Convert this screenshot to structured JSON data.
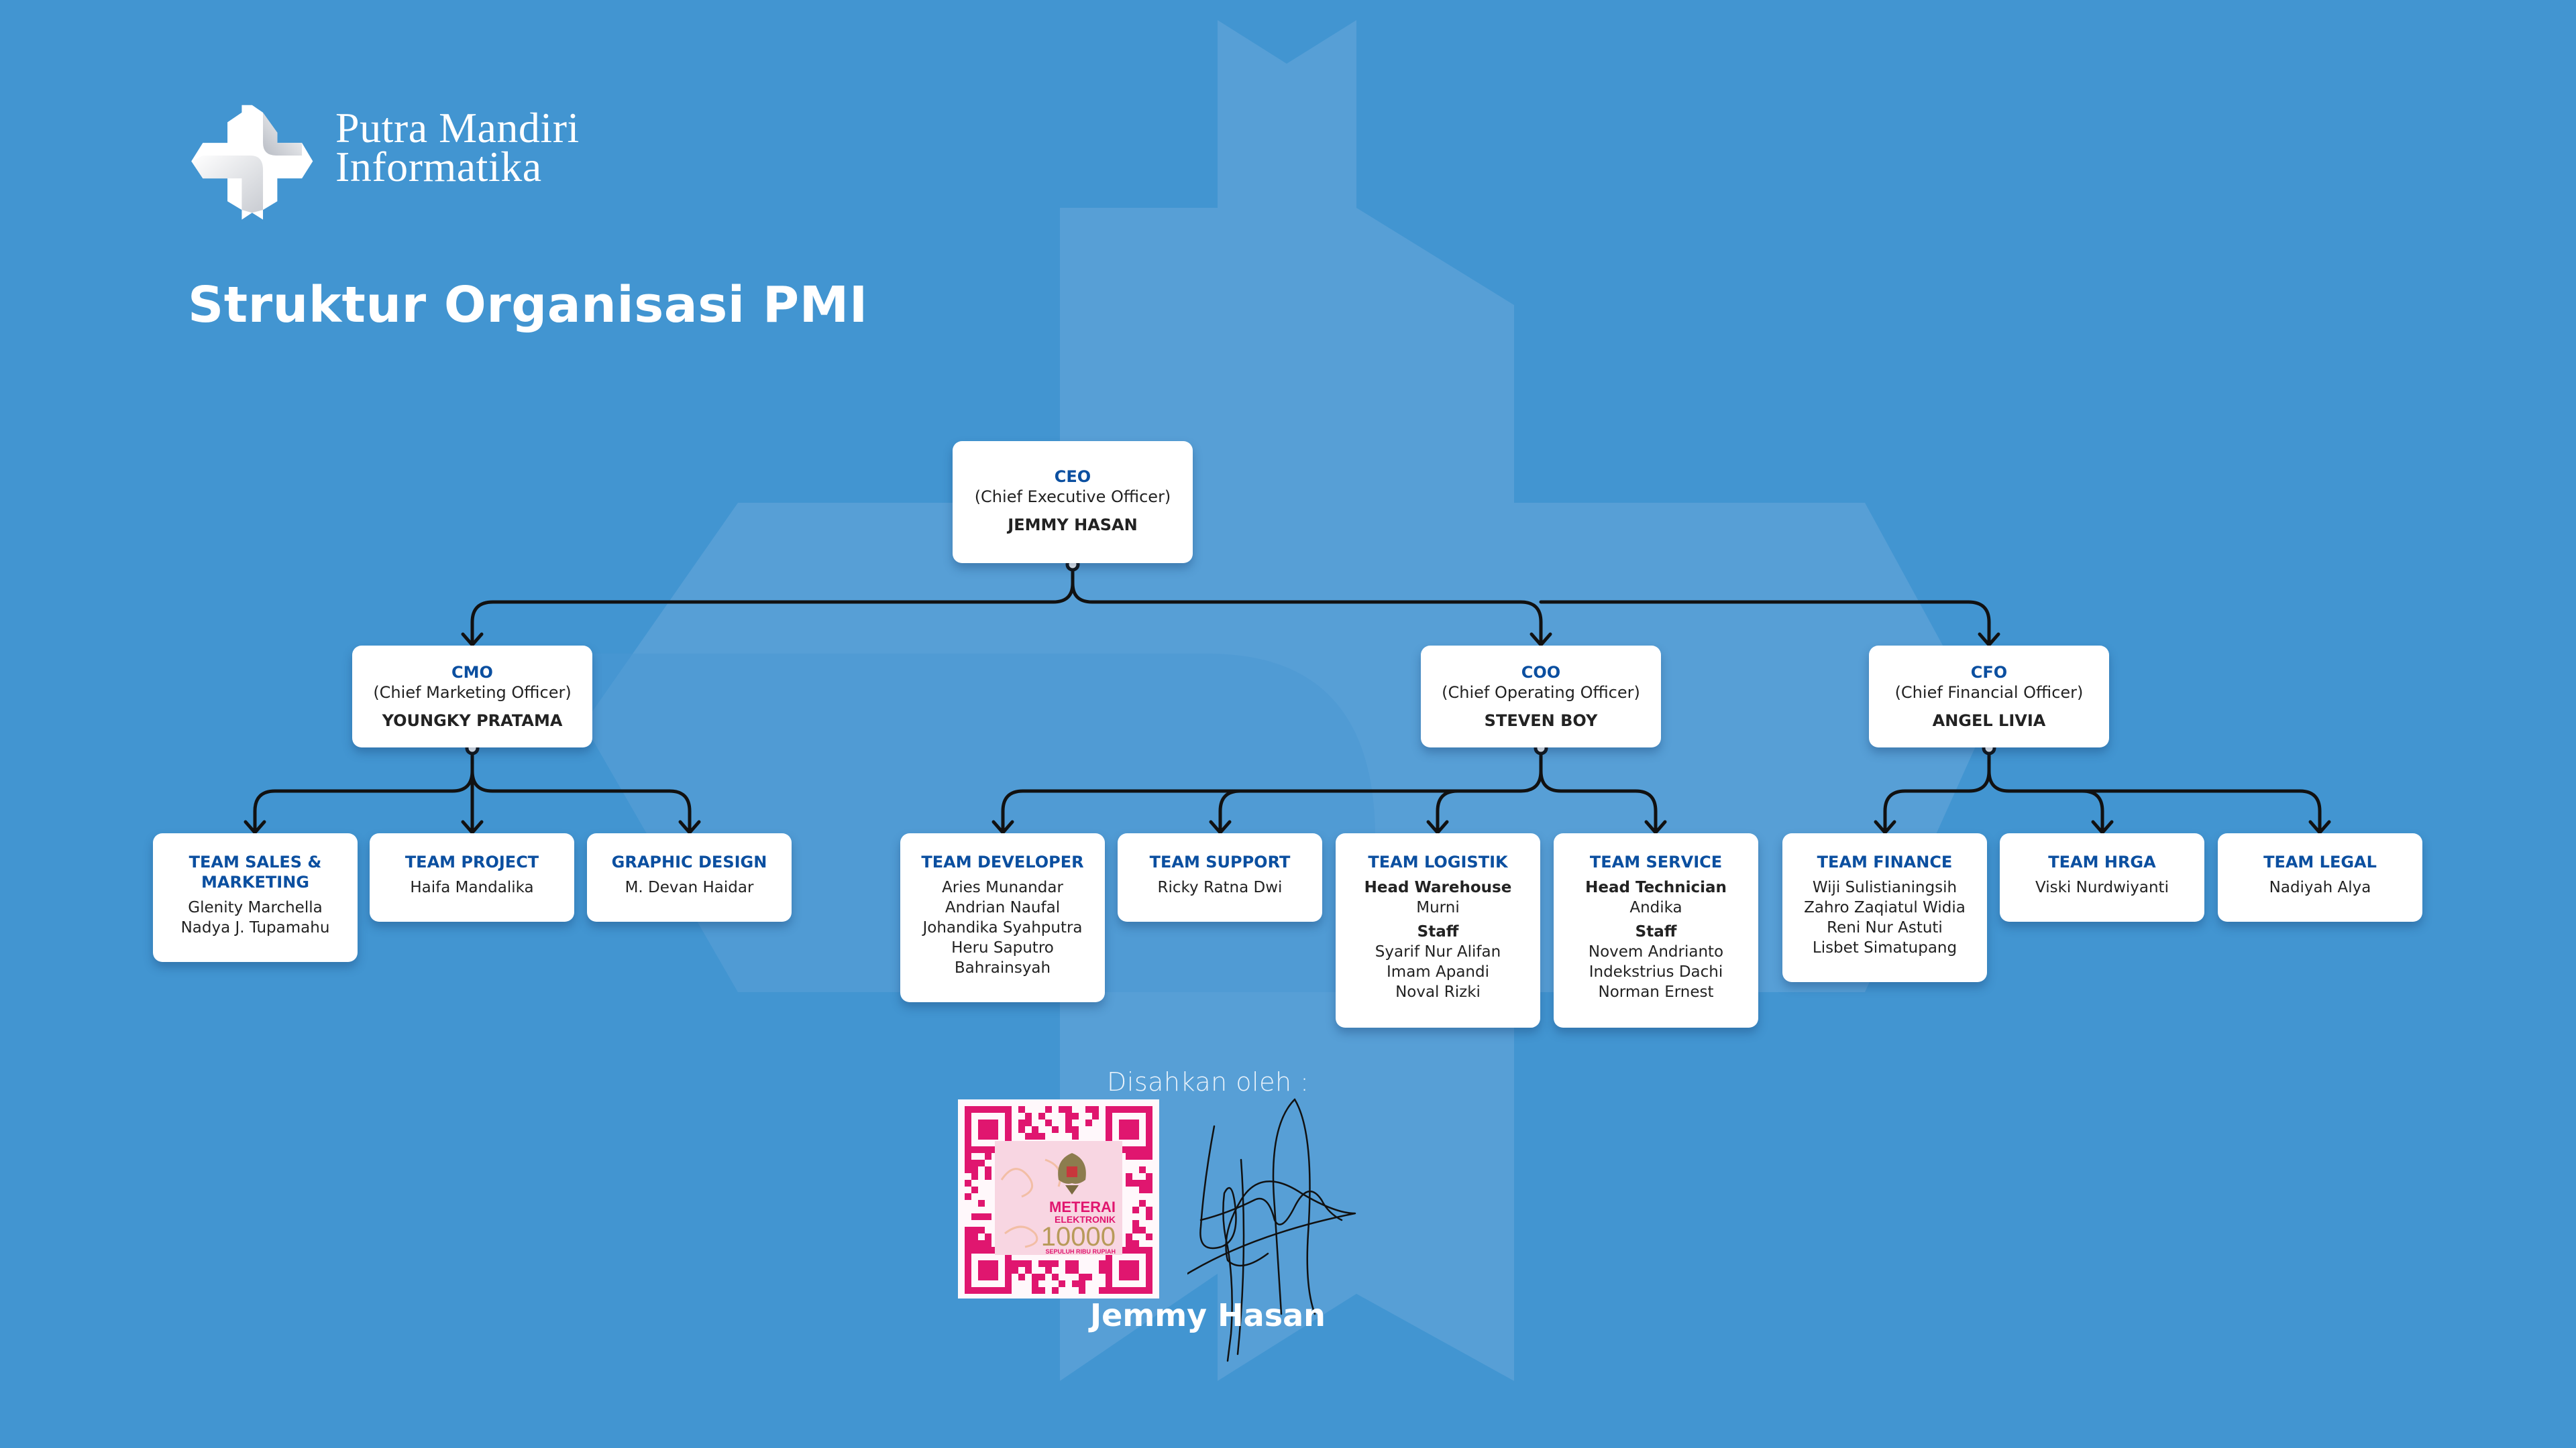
{
  "brand": {
    "name_line1": "Putra Mandiri",
    "name_line2": "Informatika",
    "logo_icon": "four-point-cross-logo"
  },
  "page": {
    "title": "Struktur Organisasi PMI"
  },
  "colors": {
    "background": "#4295d1",
    "background_shape": "#5ba1d7",
    "role_text": "#0b4fa0",
    "card": "#ffffff",
    "connector": "#111111",
    "stamp_magenta": "#e0166f",
    "stamp_gold": "#b89a5a"
  },
  "org": {
    "ceo": {
      "role": "CEO",
      "title": "(Chief Executive Officer)",
      "name": "JEMMY HASAN"
    },
    "cmo": {
      "role": "CMO",
      "title": "(Chief Marketing Officer)",
      "name": "YOUNGKY PRATAMA",
      "teams": [
        {
          "role": "TEAM SALES & MARKETING",
          "members": [
            "Glenity Marchella",
            "Nadya J. Tupamahu"
          ]
        },
        {
          "role": "TEAM PROJECT",
          "members": [
            "Haifa Mandalika"
          ]
        },
        {
          "role": "GRAPHIC DESIGN",
          "members": [
            "M. Devan Haidar"
          ]
        }
      ]
    },
    "coo": {
      "role": "COO",
      "title": "(Chief Operating Officer)",
      "name": "STEVEN BOY",
      "teams": [
        {
          "role": "TEAM DEVELOPER",
          "members": [
            "Aries Munandar",
            "Andrian Naufal",
            "Johandika Syahputra",
            "Heru Saputro",
            "Bahrainsyah"
          ]
        },
        {
          "role": "TEAM SUPPORT",
          "members": [
            "Ricky Ratna Dwi"
          ]
        },
        {
          "role": "TEAM LOGISTIK",
          "head_label": "Head Warehouse",
          "head": "Murni",
          "staff_label": "Staff",
          "staff": [
            "Syarif Nur Alifan",
            "Imam Apandi",
            "Noval Rizki"
          ]
        },
        {
          "role": "TEAM SERVICE",
          "head_label": "Head Technician",
          "head": "Andika",
          "staff_label": "Staff",
          "staff": [
            "Novem Andrianto",
            "Indekstrius Dachi",
            "Norman Ernest"
          ]
        }
      ]
    },
    "cfo": {
      "role": "CFO",
      "title": "(Chief Financial Officer)",
      "name": "ANGEL LIVIA",
      "teams": [
        {
          "role": "TEAM FINANCE",
          "members": [
            "Wiji Sulistianingsih",
            "Zahro Zaqiatul Widia",
            "Reni Nur Astuti",
            "Lisbet Simatupang"
          ]
        },
        {
          "role": "TEAM HRGA",
          "members": [
            "Viski Nurdwiyanti"
          ]
        },
        {
          "role": "TEAM LEGAL",
          "members": [
            "Nadiyah Alya"
          ]
        }
      ]
    }
  },
  "approval": {
    "label": "Disahkan oleh :",
    "signer": "Jemmy Hasan",
    "stamp": {
      "line1": "METERAI",
      "line2": "ELEKTRONIK",
      "amount": "10000",
      "amount_words": "SEPULUH RIBU RUPIAH",
      "icon": "garuda-emblem-icon"
    }
  }
}
